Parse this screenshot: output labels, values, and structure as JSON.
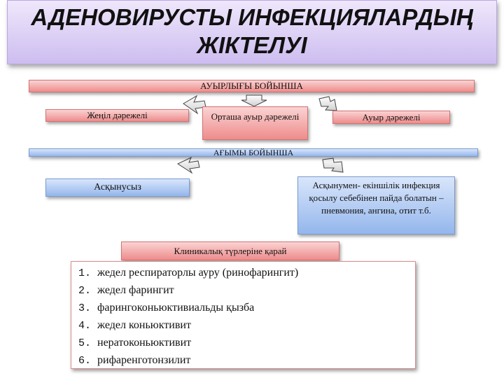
{
  "title": {
    "line1": "АДЕНОВИРУСТЫ ИНФЕКЦИЯЛАРДЫҢ",
    "line2": "ЖІКТЕЛУІ"
  },
  "severity": {
    "header": "АУЫРЛЫҒЫ БОЙЫНША",
    "levels": [
      "Жеңіл дәрежелі",
      "Орташа ауыр дәрежелі",
      "Ауыр дәрежелі"
    ]
  },
  "course": {
    "header": "АҒЫМЫ  БОЙЫНША",
    "left": "Асқынусыз",
    "right": "Асқынумен- екіншілік инфекция қосылу себебінен пайда болатын – пневмония, ангина, отит т.б."
  },
  "clinical": {
    "header": "Клиникалық түрлеріне қарай",
    "items": [
      {
        "num": "1.",
        "text": "жедел респираторлы ауру (ринофарингит)"
      },
      {
        "num": "2.",
        "text": "жедел фарингит"
      },
      {
        "num": "3.",
        "text": "фарингоконьюктивиальды қызба"
      },
      {
        "num": "4.",
        "text": "жедел коньюктивит"
      },
      {
        "num": "5.",
        "text": "нератоконьюктивит"
      },
      {
        "num": "6.",
        "text": "рифаренготонзилит"
      }
    ]
  },
  "colors": {
    "red_box": "#ee8c8c",
    "blue_box": "#94b6ec",
    "title_box": "#cdbdf0"
  }
}
